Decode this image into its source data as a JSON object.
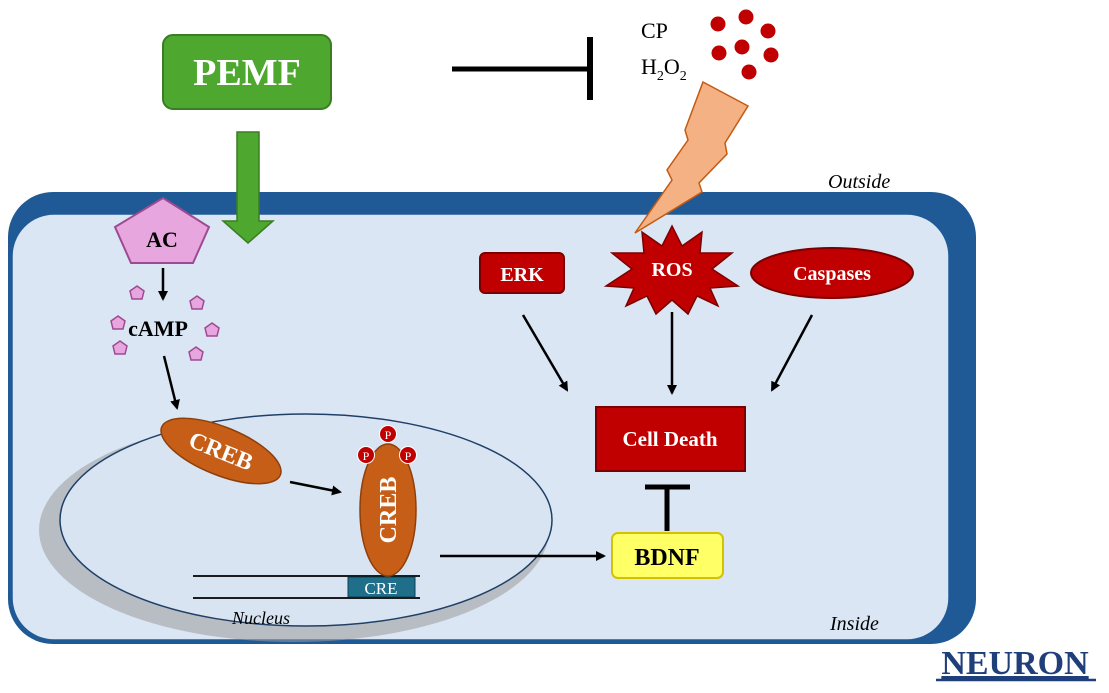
{
  "stimulus": {
    "label": "PEMF"
  },
  "insults": {
    "line1": "CP",
    "h2o2": {
      "h": "H",
      "sub1": "2",
      "o": "O",
      "sub2": "2"
    }
  },
  "compartments": {
    "outside": "Outside",
    "inside": "Inside",
    "nucleus": "Nucleus"
  },
  "pathway": {
    "enzyme": "AC",
    "messenger": "cAMP",
    "tf_cytoplasm": "CREB",
    "tf_nuclear": "CREB",
    "phospho": "P",
    "element": "CRE",
    "neurotrophin": "BDNF"
  },
  "death": {
    "erk": "ERK",
    "ros": "ROS",
    "caspases": "Caspases",
    "outcome": "Cell Death"
  },
  "cell_type": "NEURON",
  "colors": {
    "pemf_green": "#4ea72e",
    "membrane_blue": "#1f5a96",
    "cytoplasm": "#dbe6f4",
    "nucleus_fill": "#d9e4f2",
    "ac_pink": "#e7a6dd",
    "creb_orange": "#c65e17",
    "death_red": "#c00000",
    "bdnf_yellow": "#ffff66",
    "bolt_orange": "#f4b183",
    "cre_teal": "#1f6f8b"
  }
}
